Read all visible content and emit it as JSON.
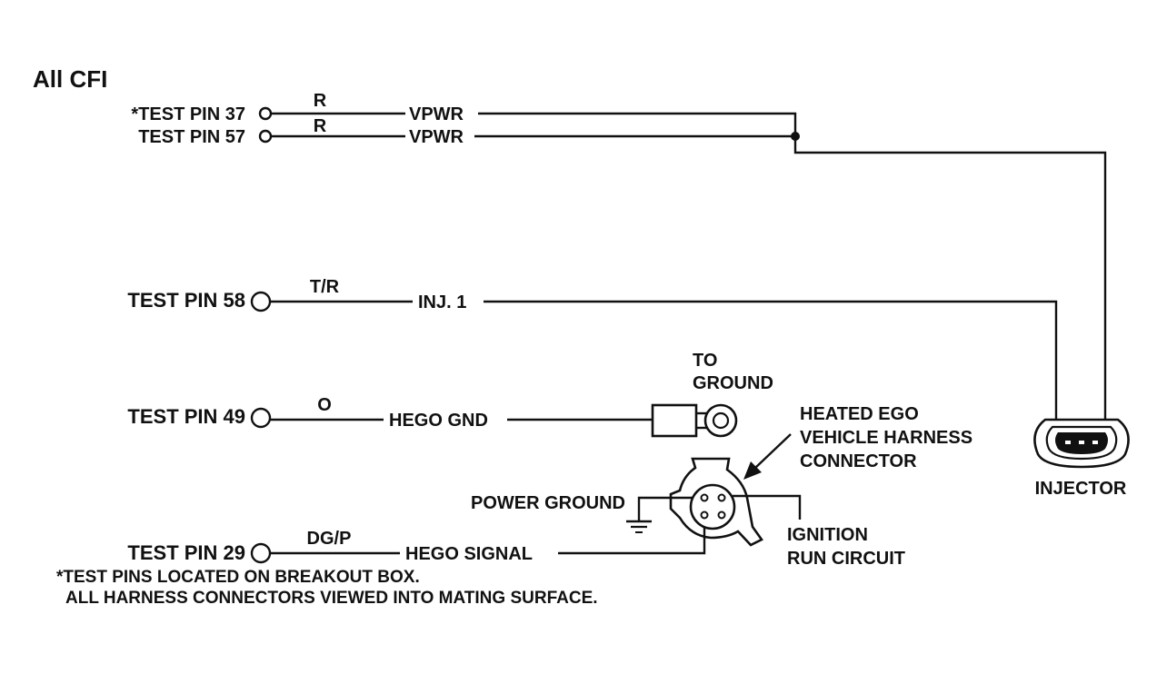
{
  "title": "All CFI",
  "pins": [
    {
      "label": "*TEST PIN 37",
      "color": "R",
      "circuit": "VPWR"
    },
    {
      "label": "TEST PIN 57",
      "color": "R",
      "circuit": "VPWR"
    },
    {
      "label": "TEST PIN 58",
      "color": "T/R",
      "circuit": "INJ. 1"
    },
    {
      "label": "TEST PIN 49",
      "color": "O",
      "circuit": "HEGO GND"
    },
    {
      "label": "TEST PIN 29",
      "color": "DG/P",
      "circuit": "HEGO SIGNAL"
    }
  ],
  "to_ground": [
    "TO",
    "GROUND"
  ],
  "injector": "INJECTOR",
  "hego_connector": [
    "HEATED EGO",
    "VEHICLE HARNESS",
    "CONNECTOR"
  ],
  "power_ground": "POWER GROUND",
  "ignition": [
    "IGNITION",
    "RUN CIRCUIT"
  ],
  "notes": [
    "*TEST PINS LOCATED ON BREAKOUT BOX.",
    "ALL HARNESS CONNECTORS VIEWED INTO MATING SURFACE."
  ],
  "colors": {
    "ink": "#111111",
    "background": "#ffffff"
  }
}
